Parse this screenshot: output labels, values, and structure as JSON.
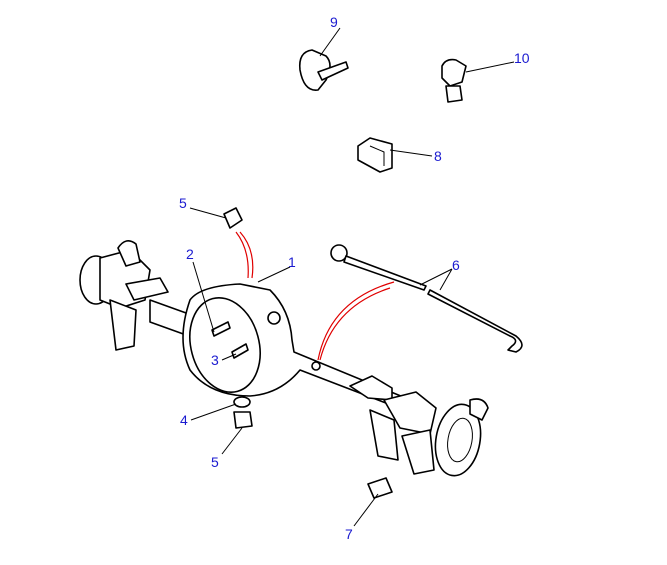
{
  "diagram": {
    "callouts": [
      {
        "id": "9",
        "label": "9"
      },
      {
        "id": "10",
        "label": "10"
      },
      {
        "id": "8",
        "label": "8"
      },
      {
        "id": "5a",
        "label": "5"
      },
      {
        "id": "2",
        "label": "2"
      },
      {
        "id": "1",
        "label": "1"
      },
      {
        "id": "6",
        "label": "6"
      },
      {
        "id": "3",
        "label": "3"
      },
      {
        "id": "4",
        "label": "4"
      },
      {
        "id": "5b",
        "label": "5"
      },
      {
        "id": "7",
        "label": "7"
      }
    ],
    "colors": {
      "callout": "#1a1ad0",
      "arrow": "#e00000",
      "line": "#000000"
    }
  }
}
